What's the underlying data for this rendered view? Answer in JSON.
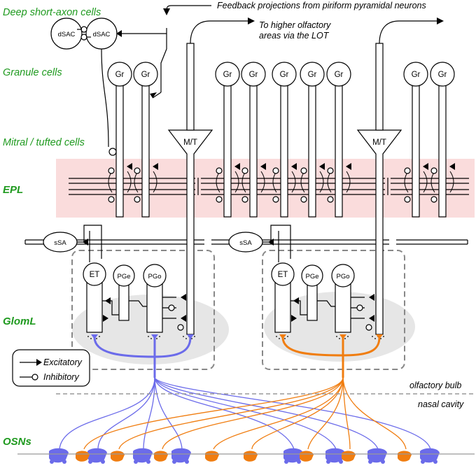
{
  "labels": {
    "deep_sac": "Deep short-axon cells",
    "granule": "Granule cells",
    "mitral": "Mitral / tufted cells",
    "epl": "EPL",
    "glomL": "GlomL",
    "osns": "OSNs"
  },
  "notes": {
    "feedback": "Feedback projections from piriform pyramidal neurons",
    "higher1": "To higher olfactory",
    "higher2": "areas via the LOT",
    "bulb": "olfactory bulb",
    "nasal": "nasal cavity"
  },
  "cells": {
    "dsac": "dSAC",
    "gr": "Gr",
    "mt": "M/T",
    "ssa": "sSA",
    "et": "ET",
    "pge": "PGe",
    "pgo": "PGo"
  },
  "legend": {
    "excitatory": "Excitatory",
    "inhibitory": "Inhibitory"
  },
  "colors": {
    "layer_text": "#1f9a1f",
    "epl_band": "#fadcdc",
    "glom_fill": "#e6e6e6",
    "blue_osn": "#6b6bea",
    "orange_osn": "#f07d10"
  }
}
